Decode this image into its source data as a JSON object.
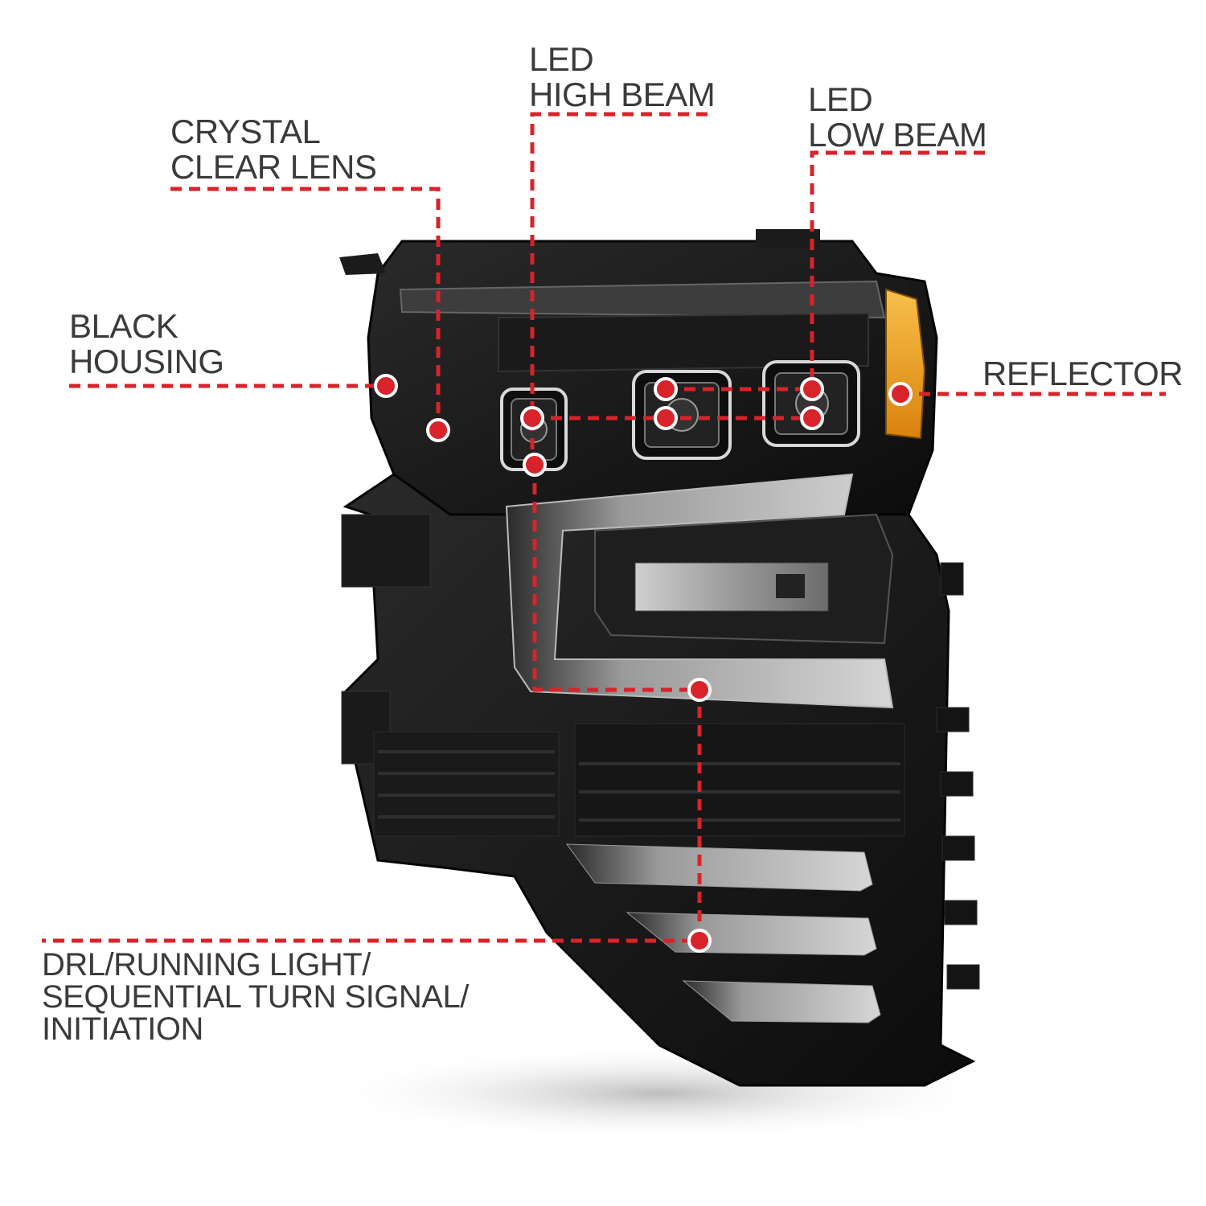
{
  "callouts": {
    "crystal_clear_lens": {
      "line1": "CRYSTAL",
      "line2": "CLEAR LENS"
    },
    "led_high_beam": {
      "line1": "LED",
      "line2": "HIGH BEAM"
    },
    "led_low_beam": {
      "line1": "LED",
      "line2": "LOW BEAM"
    },
    "black_housing": {
      "line1": "BLACK",
      "line2": "HOUSING"
    },
    "reflector": {
      "line1": "REFLECTOR"
    },
    "drl": {
      "line1": "DRL/RUNNING LIGHT/",
      "line2": "SEQUENTIAL TURN SIGNAL/",
      "line3": "INITIATION"
    }
  },
  "colors": {
    "leader_line": "#d8232a",
    "label_text": "#3b3b3b",
    "housing": "#161616",
    "amber_reflector": "#f0a020"
  }
}
